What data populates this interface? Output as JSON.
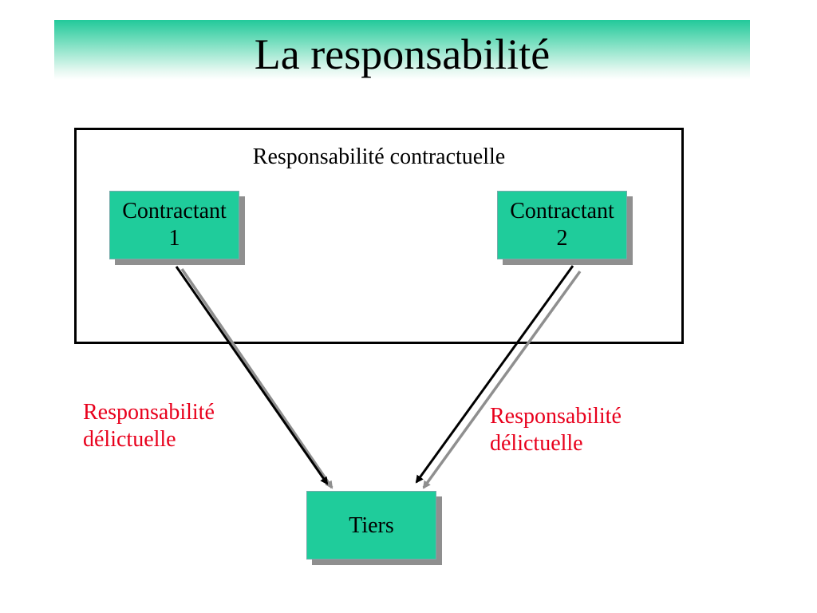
{
  "title": "La responsabilité",
  "frame": {
    "label": "Responsabilité contractuelle"
  },
  "nodes": {
    "contractant1": {
      "line1": "Contractant",
      "line2": "1"
    },
    "contractant2": {
      "line1": "Contractant",
      "line2": "2"
    },
    "tiers": {
      "label": "Tiers"
    }
  },
  "relations": {
    "left": {
      "line1": "Responsabilité",
      "line2": "délictuelle"
    },
    "right": {
      "line1": "Responsabilité",
      "line2": "délictuelle"
    }
  },
  "colors": {
    "title_gradient": "#22c99a",
    "node_fill": "#1fcc9b",
    "shadow": "#8f8f8f",
    "relation_text": "#e8001c"
  }
}
